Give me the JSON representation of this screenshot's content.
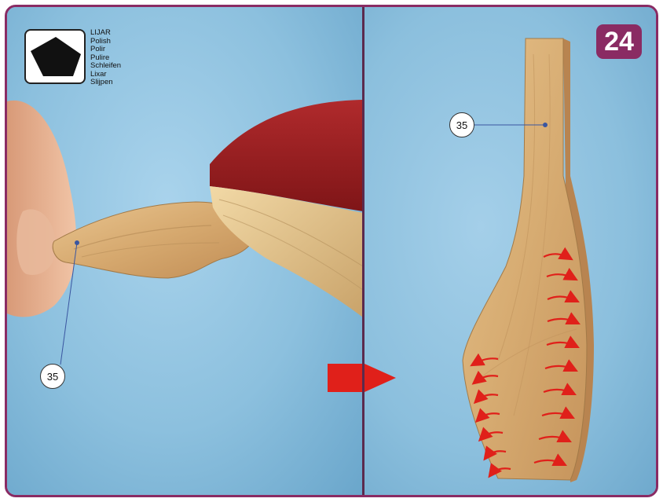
{
  "legend": {
    "icon": "sandpaper-sheet-icon",
    "lines": [
      "LIJAR",
      "Polish",
      "Polir",
      "Pulire",
      "Schleifen",
      "Lixar",
      "Slijpen"
    ]
  },
  "step_number": "24",
  "callouts": {
    "left_part": "35",
    "right_part": "35"
  },
  "colors": {
    "frame": "#8a2b63",
    "background": "#8cc0de",
    "wood": "#d9b07a",
    "sanding_block": "#a8262a",
    "arrows": "#e0201a"
  }
}
